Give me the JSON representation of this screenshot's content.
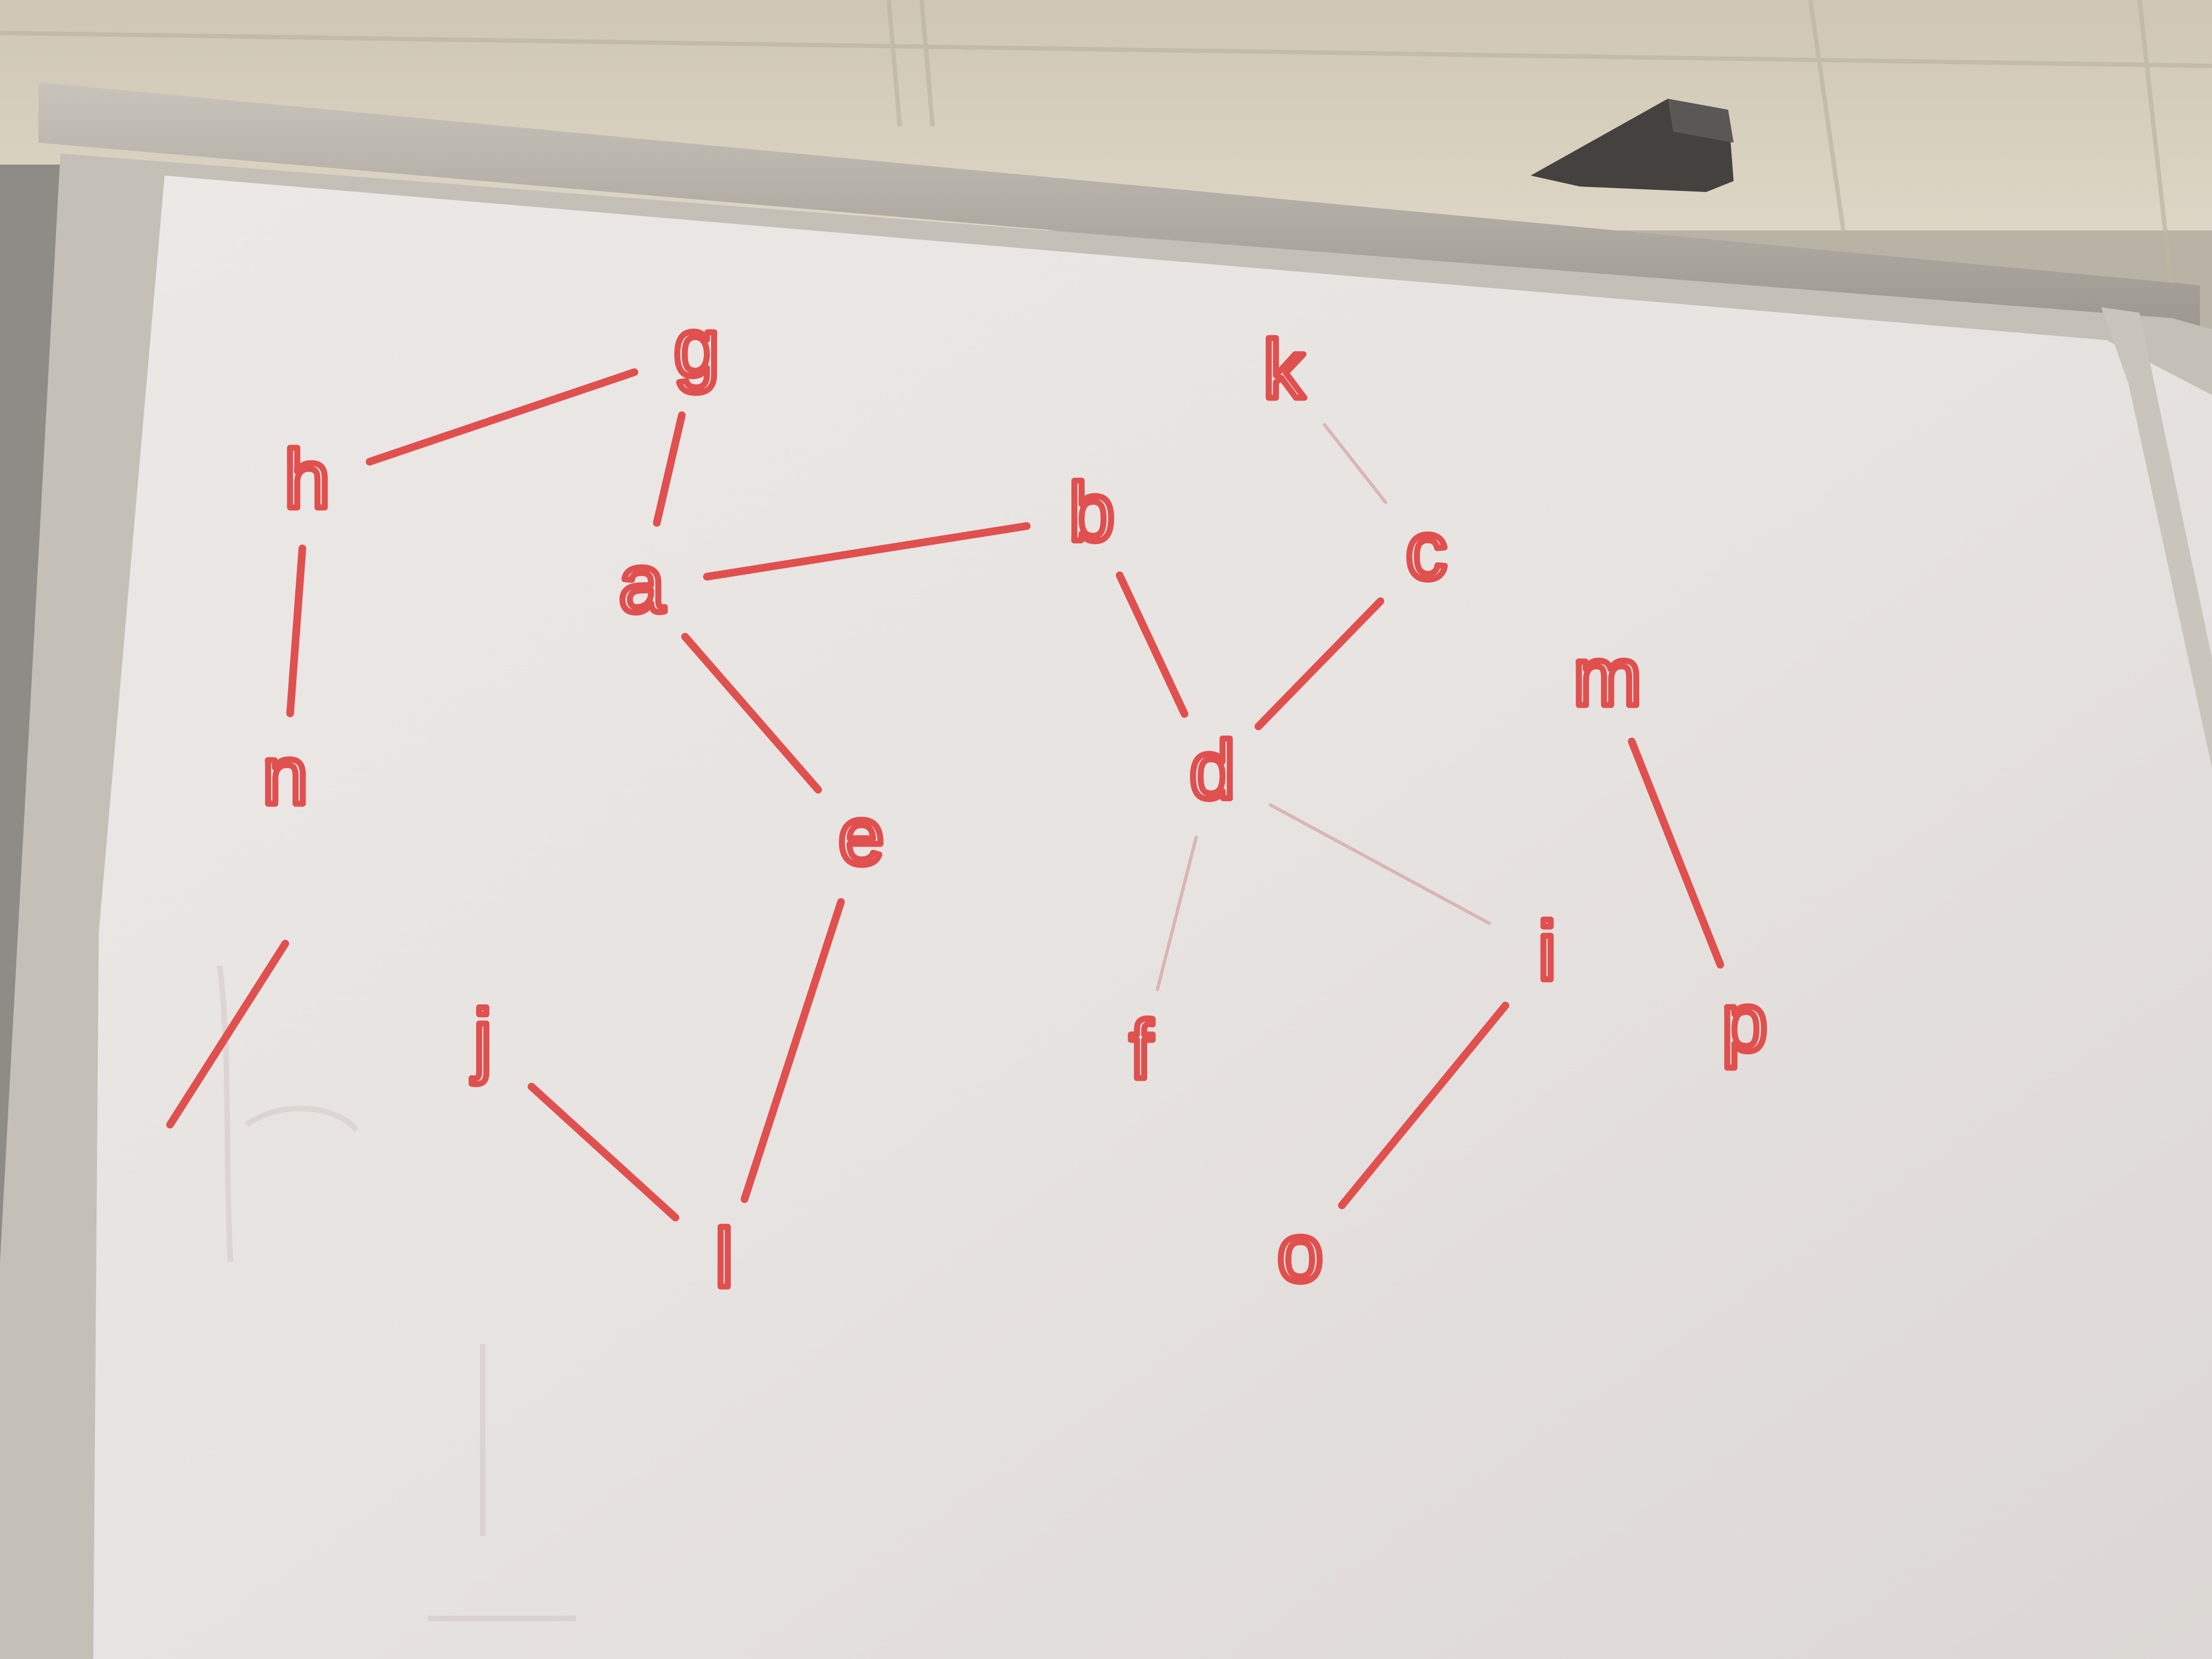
{
  "scene": {
    "description_type": "whiteboard-photo",
    "ink_color": "#e0504f",
    "faint_ink_color": "#d9b6b3",
    "board_color": "#e9e5e3",
    "frame_color": "#bdb7ae",
    "ceiling_color": "#d6cfbd",
    "eraser_color": "#444140"
  },
  "graph": {
    "nodes": [
      {
        "id": "g",
        "label": "g"
      },
      {
        "id": "k",
        "label": "k"
      },
      {
        "id": "h",
        "label": "h"
      },
      {
        "id": "b",
        "label": "b"
      },
      {
        "id": "c",
        "label": "c"
      },
      {
        "id": "a",
        "label": "a"
      },
      {
        "id": "m",
        "label": "m"
      },
      {
        "id": "n",
        "label": "n"
      },
      {
        "id": "d",
        "label": "d"
      },
      {
        "id": "e",
        "label": "e"
      },
      {
        "id": "i",
        "label": "i"
      },
      {
        "id": "j",
        "label": "j"
      },
      {
        "id": "f",
        "label": "f"
      },
      {
        "id": "p",
        "label": "p"
      },
      {
        "id": "o",
        "label": "o"
      },
      {
        "id": "l",
        "label": "l"
      }
    ],
    "edges": [
      {
        "from": "h",
        "to": "g",
        "style": "solid"
      },
      {
        "from": "g",
        "to": "a",
        "style": "solid"
      },
      {
        "from": "h",
        "to": "n",
        "style": "solid"
      },
      {
        "from": "a",
        "to": "b",
        "style": "solid"
      },
      {
        "from": "a",
        "to": "e",
        "style": "solid"
      },
      {
        "from": "b",
        "to": "d",
        "style": "solid"
      },
      {
        "from": "k",
        "to": "c",
        "style": "faint"
      },
      {
        "from": "c",
        "to": "d",
        "style": "solid"
      },
      {
        "from": "d",
        "to": "f",
        "style": "faint"
      },
      {
        "from": "d",
        "to": "i",
        "style": "faint"
      },
      {
        "from": "m",
        "to": "p",
        "style": "solid"
      },
      {
        "from": "e",
        "to": "l",
        "style": "solid"
      },
      {
        "from": "j",
        "to": "l",
        "style": "solid"
      },
      {
        "from": "i",
        "to": "o",
        "style": "solid"
      }
    ]
  }
}
